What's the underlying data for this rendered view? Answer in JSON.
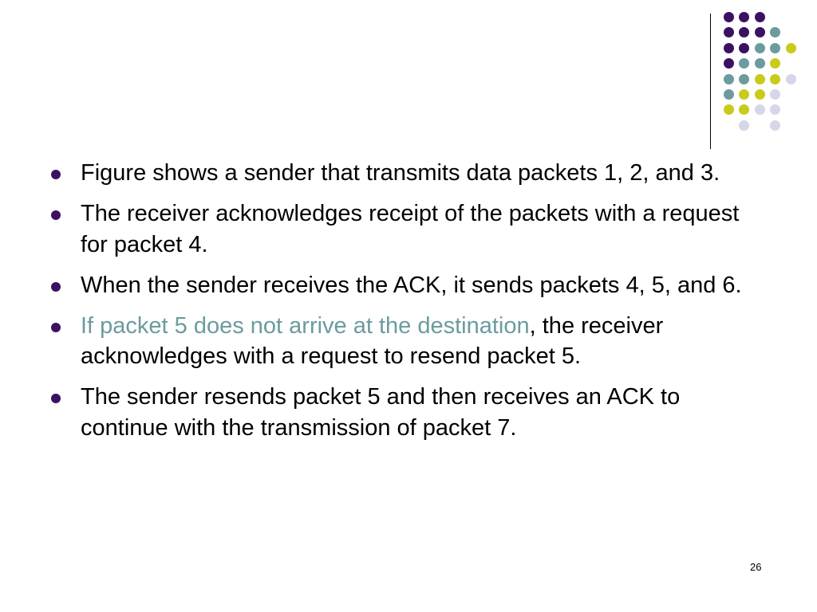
{
  "colors": {
    "bullet_dot": "#3b1261",
    "highlight_text": "#6b9b9e",
    "body_text": "#000000",
    "rule_line": "#000000"
  },
  "decoration": {
    "palette": [
      "#3b1261",
      "#6b9b9e",
      "#c9cb1a",
      "#d6d6ea"
    ],
    "grid": [
      [
        0,
        0,
        0,
        null,
        null
      ],
      [
        0,
        0,
        0,
        1,
        null
      ],
      [
        0,
        0,
        1,
        1,
        2
      ],
      [
        0,
        1,
        1,
        2,
        null
      ],
      [
        1,
        1,
        2,
        2,
        3
      ],
      [
        1,
        2,
        2,
        3,
        null
      ],
      [
        2,
        2,
        3,
        3,
        null
      ],
      [
        null,
        3,
        null,
        3,
        null
      ]
    ]
  },
  "bullets": [
    {
      "segments": [
        {
          "text": "Figure  shows a sender that transmits data packets 1, 2, and 3.",
          "highlight": false
        }
      ]
    },
    {
      "segments": [
        {
          "text": "The receiver acknowledges receipt of the packets with a request for packet 4.",
          "highlight": false
        }
      ]
    },
    {
      "segments": [
        {
          "text": "When the sender receives the ACK, it sends packets 4, 5, and 6.",
          "highlight": false
        }
      ]
    },
    {
      "segments": [
        {
          "text": "If packet 5 does not arrive at the destination",
          "highlight": true
        },
        {
          "text": ", the receiver acknowledges with a request to resend packet 5.",
          "highlight": false
        }
      ]
    },
    {
      "segments": [
        {
          "text": "The sender resends packet 5 and then receives an ACK to continue with the transmission of packet 7.",
          "highlight": false
        }
      ]
    }
  ],
  "page_number": "26"
}
